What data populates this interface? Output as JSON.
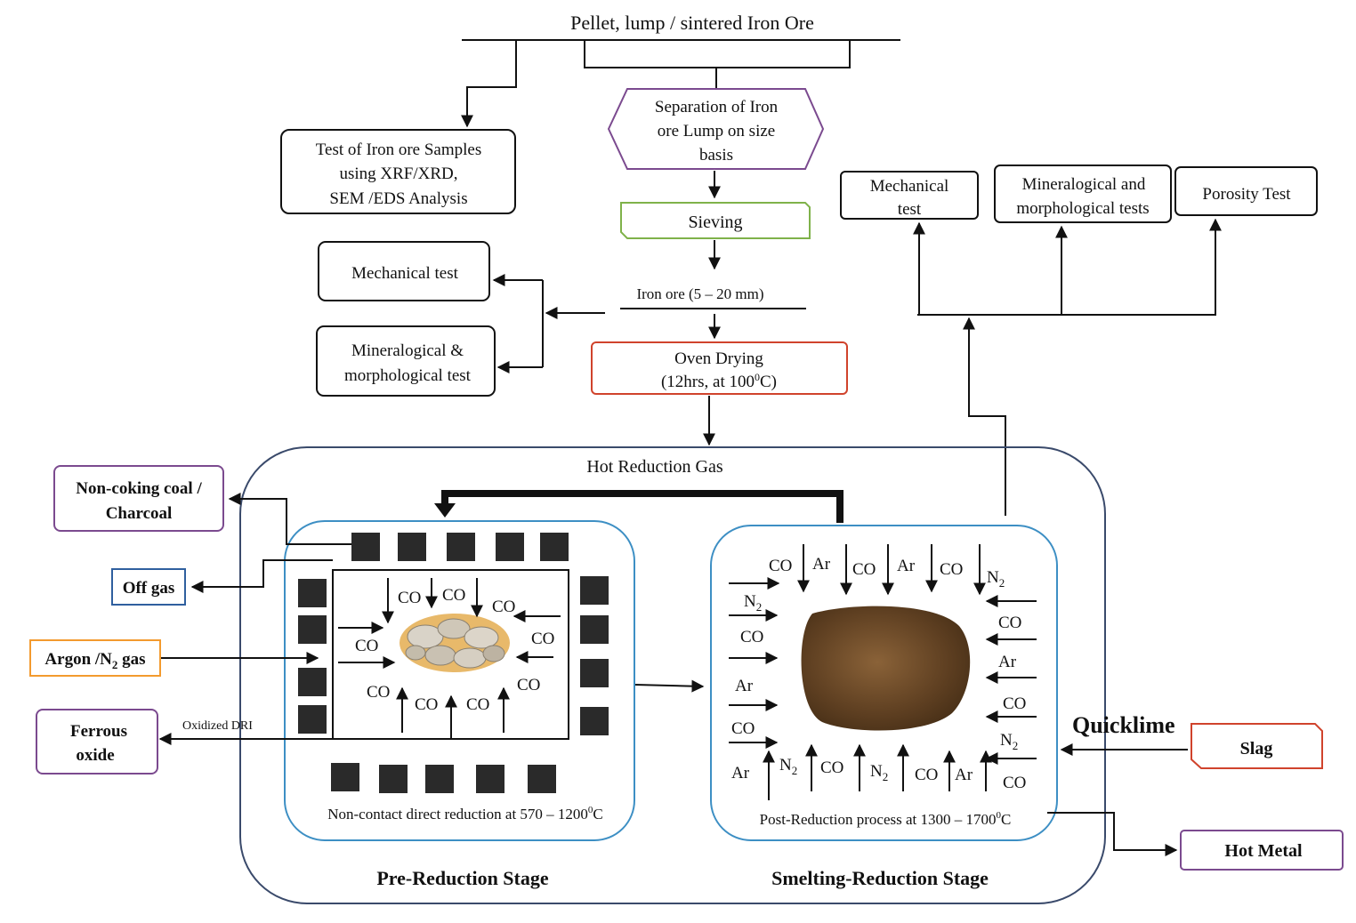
{
  "title": "Pellet, lump / sintered Iron Ore",
  "test_samples": [
    "Test  of Iron ore Samples",
    "using XRF/XRD,",
    "SEM /EDS Analysis"
  ],
  "separation": [
    "Separation of Iron",
    "ore Lump on size",
    "basis"
  ],
  "sieving": "Sieving",
  "iron_ore_size": "Iron ore (5  –  20  mm)",
  "left_tests": {
    "mechanical": "Mechanical  test",
    "mineralogical": [
      "Mineralogical  &",
      "morphological  test"
    ]
  },
  "oven_drying": [
    "Oven Drying",
    "(12hrs, at 100",
    "0",
    "C)"
  ],
  "right_tests": {
    "mechanical": [
      "Mechanical",
      "test"
    ],
    "mineralogical": [
      "Mineralogical and",
      "morphological tests"
    ],
    "porosity": "Porosity Test"
  },
  "hot_reduction_gas": "Hot Reduction Gas",
  "inputs": {
    "coal": [
      "Non-coking coal /",
      "Charcoal"
    ],
    "offgas": "Off gas",
    "argon": [
      "Argon /N",
      "2",
      " gas"
    ],
    "ferrous": [
      "Ferrous",
      "oxide"
    ],
    "oxidized_dri": "Oxidized DRI"
  },
  "pre_reduction": {
    "gas_labels": [
      "CO",
      "CO",
      "CO",
      "CO",
      "CO",
      "CO",
      "CO",
      "CO",
      "CO"
    ],
    "caption": [
      "Non-contact direct reduction at 570 – 1200",
      "0",
      "C"
    ],
    "stage": "Pre-Reduction Stage"
  },
  "smelting": {
    "gas_labels": [
      [
        "CO",
        ""
      ],
      [
        "Ar",
        ""
      ],
      [
        "CO",
        ""
      ],
      [
        "Ar",
        ""
      ],
      [
        "CO",
        ""
      ],
      [
        "N",
        "2"
      ],
      [
        "N",
        "2"
      ],
      [
        "CO",
        ""
      ],
      [
        "Ar",
        ""
      ],
      [
        "CO",
        ""
      ],
      [
        "CO",
        ""
      ],
      [
        "Ar",
        ""
      ],
      [
        "CO",
        ""
      ],
      [
        "N",
        "2"
      ],
      [
        "CO",
        ""
      ],
      [
        "Ar",
        ""
      ],
      [
        "N",
        "2"
      ],
      [
        "CO",
        ""
      ],
      [
        "N",
        "2"
      ],
      [
        "CO",
        ""
      ],
      [
        "Ar",
        ""
      ]
    ],
    "caption": [
      "Post-Reduction process at 1300 – 1700",
      "0",
      "C"
    ],
    "stage": "Smelting-Reduction Stage"
  },
  "quicklime": "Quicklime",
  "slag": "Slag",
  "hot_metal": "Hot Metal",
  "colors": {
    "outline": "#111111",
    "purple": "#7b4a8f",
    "green": "#7fb24a",
    "red": "#d0432c",
    "blue": "#2f5f9e",
    "orange": "#f39a2e",
    "stage_border": "#3d8fc4",
    "outer_border": "#3a4a6b",
    "ore_brown": "#6b4a2a"
  }
}
